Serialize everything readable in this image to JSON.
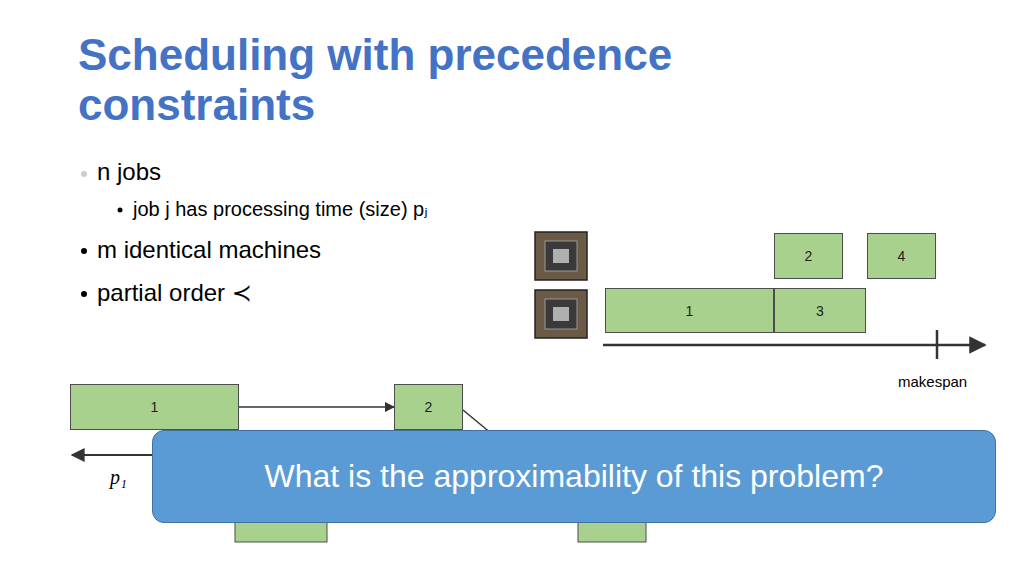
{
  "diagram": {
    "title": "Scheduling with precedence constraints",
    "nodes": [
      {
        "text": [
          "2"
        ]
      },
      {
        "text": [
          "4"
        ]
      },
      {
        "text": [
          "1"
        ]
      },
      {
        "text": [
          "3"
        ]
      },
      {
        "text": [
          "1"
        ]
      },
      {
        "text": [
          "2"
        ]
      },
      {
        "text": [
          "What is the approximability of this problem?"
        ]
      }
    ],
    "edges": [
      {
        "from": 4,
        "to": 5,
        "arrow": "to"
      }
    ],
    "labels": [
      "n jobs",
      "job j has processing time (size) pⱼ",
      "m identical machines",
      "partial order ≺",
      "makespan",
      "p₁"
    ]
  }
}
